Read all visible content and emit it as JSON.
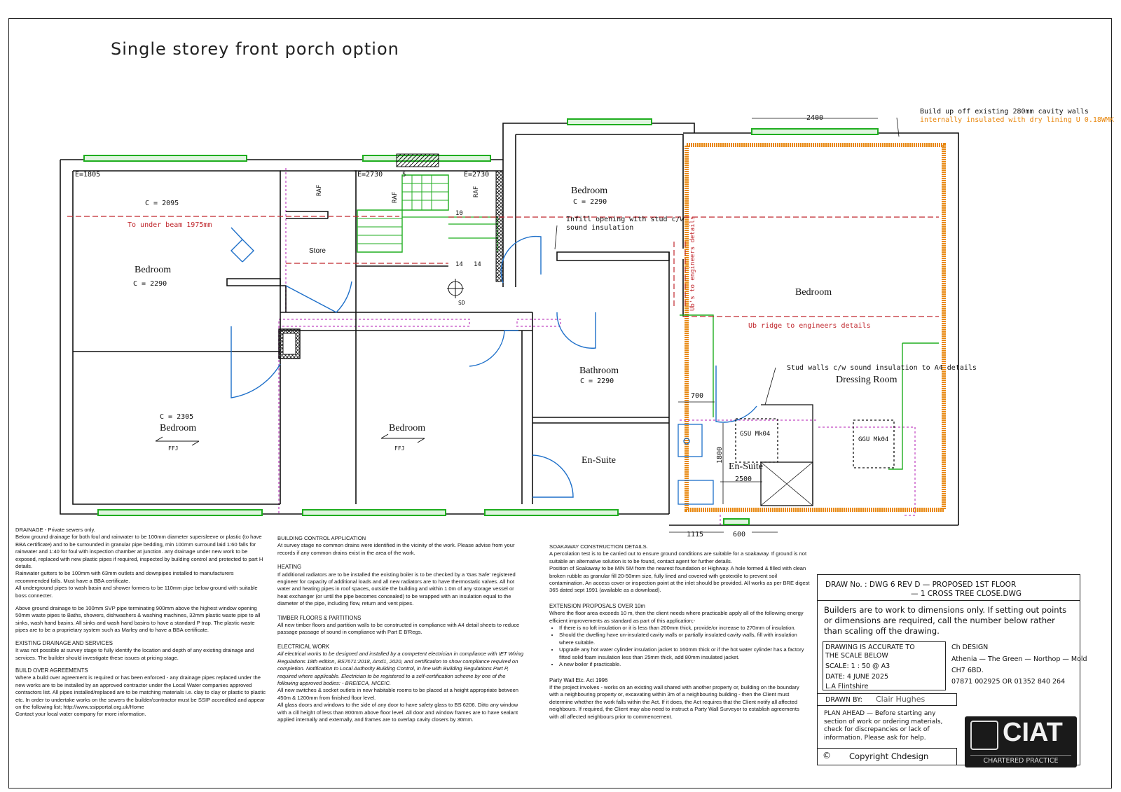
{
  "title": "Single storey front porch option",
  "plan": {
    "dimensions": {
      "top": "2400",
      "left_small": "700",
      "vertical": "1800",
      "ensuite_width": "2500",
      "bottom_left": "1115",
      "bottom_right": "600"
    },
    "notes": {
      "build_up": "Build up off existing 280mm cavity walls",
      "insulated": "internally insulated with dry lining U 0.18WMK",
      "beam": "To under beam 1975mm",
      "ridge": "Ub ridge to engineers details",
      "ubs": "Ub's to engineers details",
      "infill": "Infill opening with stud c/w",
      "infill2": "sound insulation",
      "stud": "Stud walls c/w sound insulation to A4 details"
    },
    "levels": {
      "e1": "E=1805",
      "e2": "E=2730",
      "e3": "E=2730"
    },
    "ceilings": {
      "bed1": "C = 2095",
      "bed2": "C = 2290",
      "bed3": "C = 2305",
      "bed_top": "C = 2290",
      "bath": "C = 2290"
    },
    "rooms": {
      "bedroom1": "Bedroom",
      "store": "Store",
      "bedroom_top": "Bedroom",
      "bedroom_large": "Bedroom",
      "bathroom": "Bathroom",
      "dressing": "Dressing Room",
      "bedroom3": "Bedroom",
      "bedroom4": "Bedroom",
      "ensuite": "En-Suite",
      "ensuite2": "En-Suite"
    },
    "symbols": {
      "raf": "RAF",
      "ffj": "FFJ",
      "sd": "SD",
      "gsu": "GSU Mk04",
      "ggu": "GGU Mk04"
    },
    "stair": {
      "s5": "5",
      "s10": "10",
      "s14a": "14",
      "s14b": "14"
    }
  },
  "notes": {
    "drainage": {
      "heading": "DRAINAGE - Private sewers only.",
      "p1": "Below ground drainage for both foul and rainwater to be 100mm diameter supersleeve or plastic (to have BBA certificate) and to be surrounded in granular pipe bedding, min 100mm surround laid 1:60 falls for rainwater and 1:40 for foul with inspection chamber at junction. any drainage under new work to be exposed, replaced with new plastic pipes if required, inspected by building control and protected to part H details.",
      "p2": "Rainwater gutters to be 100mm with 63mm outlets and downpipes installed to manufacturers recommended falls. Must have a BBA certificate.",
      "p3": "All underground pipes to wash basin and shower formers to be 110mm pipe below ground with suitable boss connecter.",
      "p4": "Above ground drainage to be 100mm SVP pipe terminating 900mm above the highest window opening 50mm waste pipes to Baths, showers, dishwashers & washing machines, 32mm plastic waste pipe to all sinks, wash hand basins. All sinks and wash hand basins to have a standard P trap. The plastic waste pipes are to be a proprietary system such as Marley and to have a BBA certificate."
    },
    "existing": {
      "heading": "EXISTING DRAINAGE AND SERVICES",
      "p1": "It was not possible at survey stage to fully identify the location and depth of any existing drainage and services. The builder should investigate these issues at pricing stage."
    },
    "buildover": {
      "heading": "BUILD OVER AGREEMENTS",
      "p1": "Where a build over agreement is required or has been enforced - any drainage pipes replaced under the new works are to be installed by an approved contractor under the Local Water companies approved contractors list. All pipes installed/replaced are to be matching materials i.e. clay to clay or plastic to plastic etc. In order to undertake works on the sewers the builder/contractor must be SSIP accredited and appear on the following list; http://www.ssipportal.org.uk/Home",
      "p2": "Contact your local water company for more information."
    },
    "bca": {
      "heading": "BUILDING CONTROL APPLICATION",
      "p1": "At survey stage no common drains were identified in the vicinity of the work. Please advise from your records if any common drains exist in the area of the work."
    },
    "heating": {
      "heading": "HEATING",
      "p1": "If additional radiators are to be installed the existing boiler is to be checked by a 'Gas Safe' registered engineer for capacity of additional loads and all new radiators are to have thermostatic valves. All hot water and heating pipes in roof spaces, outside the building and within 1.0m of any storage vessel or heat exchanger (or until the pipe becomes concealed) to be wrapped with an insulation equal to the diameter of the pipe, including flow, return and vent pipes."
    },
    "timber": {
      "heading": "TIMBER FLOORS & PARTITIONS",
      "p1": "All new timber floors and partition walls to be constructed in compliance with A4 detail sheets to reduce passage passage of sound in compliance with Part E B'Regs."
    },
    "electrical": {
      "heading": "ELECTRICAL WORK",
      "p1": "All electrical works to be designed and installed by a competent electrician in compliance with IET Wiring Regulations 18th edition, BS7671:2018, Amd1, 2020, and certification to show compliance required on completion. Notification to Local Authority Building Control, in line with Building Regulations Part P, required where applicable. Electrician to be registered to a self-certification scheme by one of the following approved bodies: - BRE/ECA, NICEIC.",
      "p2": "All new switches & socket outlets in new habitable rooms to be placed at a height appropriate between 450m & 1200mm from finished floor level.",
      "p3": "All glass doors and windows to the side of any door to have safety glass to BS 6206. Ditto any window with a cill height of less than 800mm above floor level. All door and window frames are to have sealant applied internally and externally, and frames are to overlap cavity closers by 30mm."
    },
    "soakaway": {
      "heading": "SOAKAWAY CONSTRUCTION DETAILS.",
      "p1": "A percolation test is to be carried out to ensure ground conditions are suitable for a soakaway. If ground is not suitable an alternative solution is to be found, contact agent for further details.",
      "p2": "Position of Soakaway to be MIN 5M from the nearest foundation or Highway. A hole formed & filled with clean broken rubble as granular fill 20-50mm size, fully lined and covered with geotextile to prevent soil contamination. An access cover or inspection point at the inlet should be provided. All works as per BRE digest 365 dated sept 1991 (available as a download)."
    },
    "extension": {
      "heading": "EXTENSION PROPOSALS OVER 10m",
      "p1": "Where the floor area exceeds 10 m, then the client needs where practicable apply all of the following energy efficient improvements as standard as part of this application;-",
      "b1": "If there is no loft insulation or it is less than 200mm thick, provide/or increase to 270mm of insulation.",
      "b2": "Should the dwelling have un-insulated cavity walls or partially insulated cavity walls, fill with insulation where suitable.",
      "b3": "Upgrade any hot water cylinder insulation jacket to 160mm thick or if the hot water cylinder has a factory fitted solid foam insulation less than 25mm thick, add 80mm insulated jacket.",
      "b4": "A new boiler if practicable."
    },
    "party": {
      "heading": "Party Wall Etc. Act 1996",
      "p1": "If the project involves - works on an existing wall shared with another property or, building on the boundary with a neighbouring property or, excavating within 3m of a neighbouring building - then the Client must determine whether the work falls within the Act. If it does, the Act requires that the Client notify all affected neighbours. If required, the Client may also need to instruct a Party Wall Surveyor to establish agreements with all affected neighbours prior to commencement."
    }
  },
  "title_block": {
    "drawing_no": "DRAW No. : DWG 6 REV D  —  PROPOSED 1ST FLOOR",
    "drawing_file": "— 1 CROSS TREE CLOSE.DWG",
    "builders_note": "Builders are to work to dimensions only. If setting out points or dimensions are required, call the number below rather than scaling off the drawing.",
    "accurate": "DRAWING IS ACCURATE TO",
    "accurate2": "THE SCALE BELOW",
    "scale": "SCALE: 1 : 50 @ A3",
    "date": "DATE: 4 JUNE 2025",
    "authority": "L.A Flintshire",
    "company": "Ch DESIGN",
    "address": "Athenia — The Green — Northop — Mold",
    "postcode": "CH7 6BD.",
    "phone": "07871 002925 OR 01352 840 264",
    "drawn_by_label": "DRAWN BY:",
    "drawn_by": "Clair Hughes",
    "plan_ahead": "PLAN AHEAD — Before starting any section of work or ordering materials, check for discrepancies or lack of information. Please ask for help.",
    "copyright_symbol": "©",
    "copyright": "Copyright Chdesign",
    "logo_text": "CIAT",
    "logo_sub": "CHARTERED PRACTICE"
  },
  "colors": {
    "wall": "#111111",
    "door": "#1d6fc9",
    "green": "#1fae1f",
    "orange": "#e8870e",
    "red": "#c0272d",
    "pink": "#d98cd9"
  }
}
